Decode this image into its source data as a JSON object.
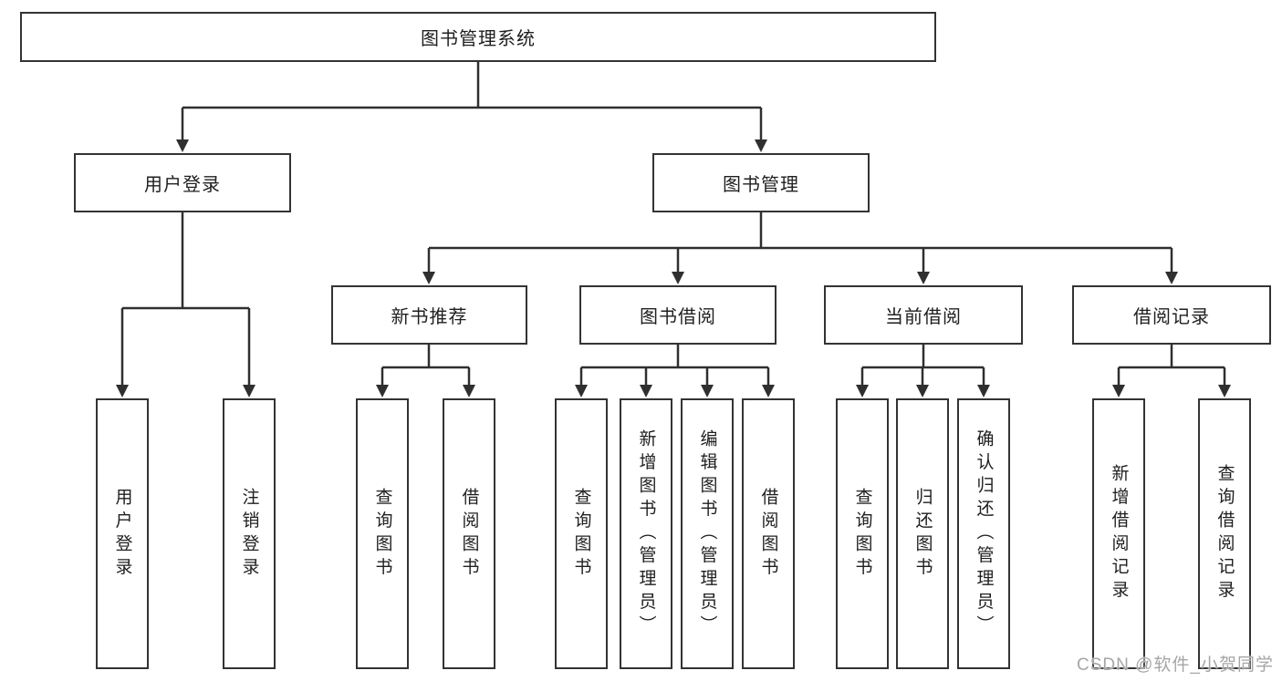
{
  "colors": {
    "line": "#2f2f2f",
    "box_border": "#333333",
    "box_background": "#ffffff",
    "text": "#1f1f1f",
    "watermark": "#a6a6a6"
  },
  "watermark": {
    "text": "CSDN @软件_小贺同学"
  },
  "tree": {
    "root": {
      "label": "图书管理系统"
    },
    "branches": [
      {
        "key": "user_login",
        "label": "用户登录",
        "leaves": [
          "用户登录",
          "注销登录"
        ]
      },
      {
        "key": "book_management",
        "label": "图书管理",
        "sections": [
          {
            "key": "new_book_recommend",
            "label": "新书推荐",
            "leaves": [
              "查询图书",
              "借阅图书"
            ]
          },
          {
            "key": "book_borrow",
            "label": "图书借阅",
            "leaves": [
              "查询图书",
              "新增图书（管理员）",
              "编辑图书（管理员）",
              "借阅图书"
            ]
          },
          {
            "key": "current_borrow",
            "label": "当前借阅",
            "leaves": [
              "查询图书",
              "归还图书",
              "确认归还（管理员）"
            ]
          },
          {
            "key": "borrow_records",
            "label": "借阅记录",
            "leaves": [
              "新增借阅记录",
              "查询借阅记录"
            ]
          }
        ]
      }
    ]
  }
}
